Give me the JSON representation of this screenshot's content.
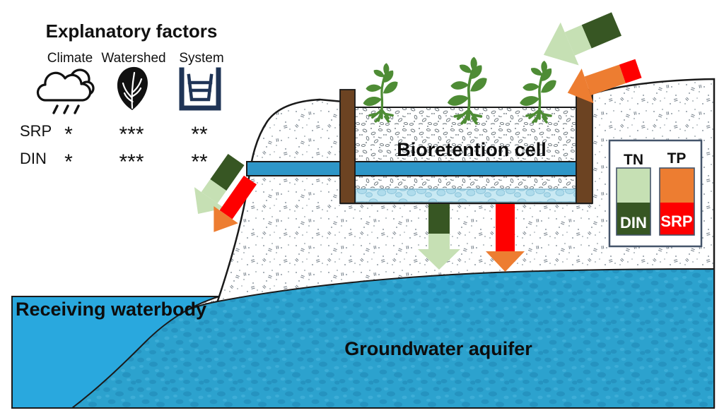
{
  "factors": {
    "title": "Explanatory factors",
    "columns": [
      "Climate",
      "Watershed",
      "System"
    ],
    "icons": [
      "cloud-rain-icon",
      "leaf-icon",
      "basin-icon"
    ],
    "rows": [
      {
        "label": "SRP",
        "stars": [
          "*",
          "***",
          "**"
        ]
      },
      {
        "label": "DIN",
        "stars": [
          "*",
          "***",
          "**"
        ]
      }
    ]
  },
  "diagram": {
    "bioretention": "Bioretention cell",
    "waterbody": "Receiving waterbody",
    "aquifer": "Groundwater aquifer"
  },
  "legend": {
    "tn": "TN",
    "tp": "TP",
    "din": "DIN",
    "srp": "SRP"
  },
  "colors": {
    "light_green": "#C6E0B4",
    "dark_green": "#375623",
    "orange": "#ED7D31",
    "red": "#FE0000",
    "water": "#29A8DE",
    "aquifer_base": "#2CA2CE",
    "pipe": "#2E96C8",
    "wall_brown": "#6C4322",
    "plant_green": "#4E8C35",
    "legend_border": "#44546A",
    "icon_navy": "#1F3456"
  }
}
